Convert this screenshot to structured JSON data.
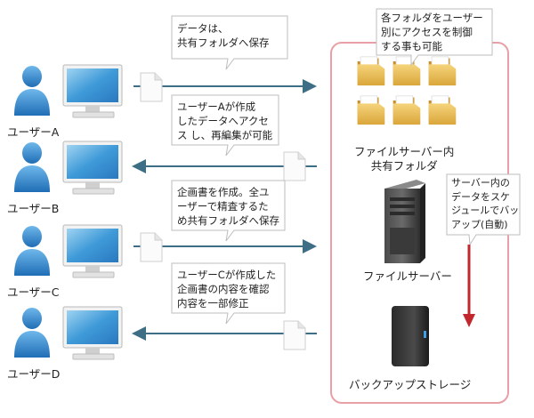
{
  "users": [
    {
      "name": "ユーザーA"
    },
    {
      "name": "ユーザーB"
    },
    {
      "name": "ユーザーC"
    },
    {
      "name": "ユーザーD"
    }
  ],
  "callouts": [
    {
      "text": "データは、\n共有フォルダへ保存"
    },
    {
      "text": "ユーザーAが作成\nしたデータへアクセ\nス し、再編集が可能"
    },
    {
      "text": "企画書を作成。全ユ\nーザーで精査するた\nめ共有フォルダへ保存"
    },
    {
      "text": "ユーザーCが作成した\n企画書の内容を確認\n内容を一部修正"
    },
    {
      "text": "各フォルダをユーザー\n別にアクセスを制御\nする事も可能"
    },
    {
      "text": "サーバー内の\nデータをスケ\nジュールでバッ\nアップ(自動)"
    }
  ],
  "server_area": {
    "shared_folder_label": "ファイルサーバー内\n共有フォルダ",
    "file_server_label": "ファイルサーバー",
    "backup_storage_label": "バックアップストレージ"
  },
  "colors": {
    "arrow": "#3e6e86",
    "panel_border": "#e8a0a6",
    "backup_arrow": "#c1272d",
    "user_blue": "#2d7dc3",
    "folder": "#e8b84a"
  }
}
